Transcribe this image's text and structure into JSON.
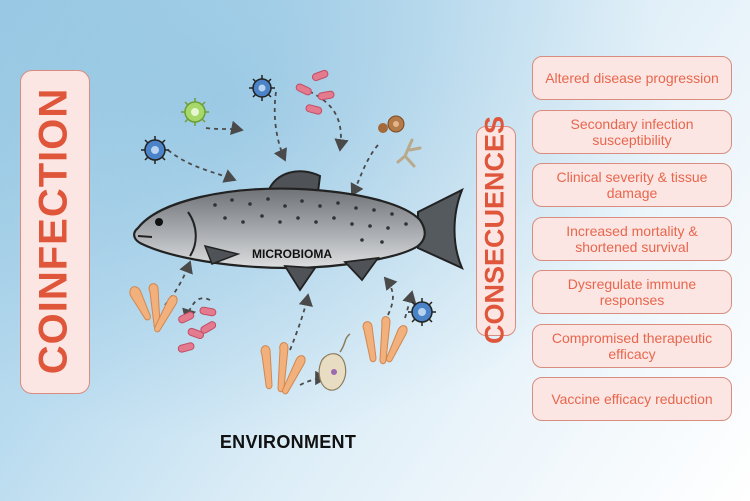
{
  "left_panel": {
    "title": "COINFECTION"
  },
  "fish": {
    "label": "MICROBIOMA"
  },
  "right_panel": {
    "title": "CONSECUENCES",
    "items": [
      "Altered disease progression",
      "Secondary infection susceptibility",
      "Clinical severity & tissue damage",
      "Increased mortality & shortened survival",
      "Dysregulate immune responses",
      "Compromised therapeutic efficacy",
      "Vaccine efficacy reduction"
    ]
  },
  "environment": {
    "label": "ENVIRONMENT"
  },
  "colors": {
    "accent_text": "#e0563a",
    "box_fill": "#fbe6e3",
    "box_border": "#d88d80",
    "background_blue": "#9fcde6"
  },
  "icons": [
    "virus-icon",
    "bacteria-icon",
    "parasite-icon",
    "fungus-icon",
    "fish-icon"
  ]
}
